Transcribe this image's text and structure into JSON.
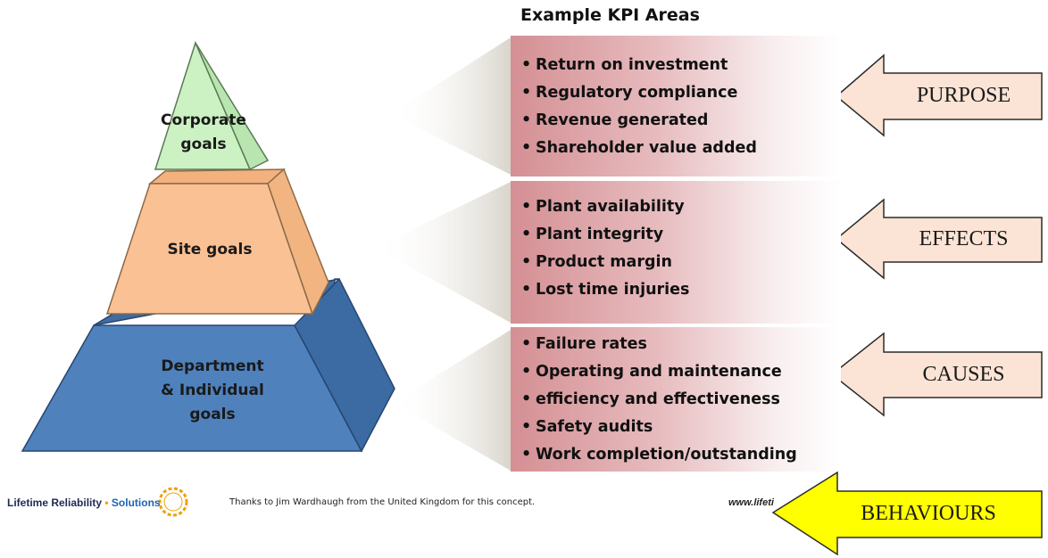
{
  "pyramid": {
    "corporate": "Corporate goals",
    "corporate_lines": [
      "Corporate",
      "goals"
    ],
    "site": "Site goals",
    "department_lines": [
      "Department",
      "& Individual",
      "goals"
    ]
  },
  "kpi": {
    "title": "Example KPI Areas",
    "purpose_items": [
      "Return on investment",
      "Regulatory compliance",
      "Revenue generated",
      "Shareholder value added"
    ],
    "effects_items": [
      "Plant availability",
      "Plant integrity",
      "Product margin",
      "Lost time injuries"
    ],
    "causes_items": [
      "Failure rates",
      "Operating and maintenance",
      "efficiency and effectiveness",
      "Safety audits",
      "Work completion/outstanding"
    ]
  },
  "arrows": {
    "purpose": "PURPOSE",
    "effects": "EFFECTS",
    "causes": "CAUSES",
    "behaviours": "BEHAVIOURS"
  },
  "footer": {
    "logo_part1": "Lifetime Reliability",
    "logo_sep": "•",
    "logo_part2": "Solutions",
    "thanks": "Thanks to Jim Wardhaugh from the United Kingdom for this concept.",
    "url": "www.lifeti"
  },
  "colors": {
    "corporate": "#ccf2c4",
    "site": "#fac194",
    "department": "#4f81bd",
    "arrow_pale": "#fbe4d5",
    "arrow_highlight": "#ffff00"
  }
}
